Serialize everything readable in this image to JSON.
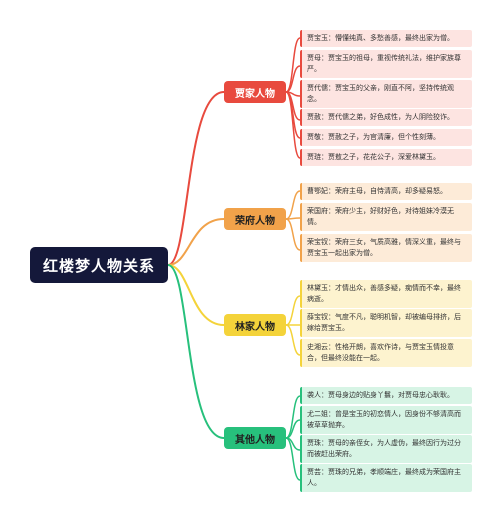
{
  "root": {
    "title": "红楼梦人物关系"
  },
  "branches": [
    {
      "label": "贾家人物",
      "color": "#e84a3e",
      "items": [
        "贾宝玉：懵懂纯真、多愁善感，最终出家为僧。",
        "贾母：贾宝玉的祖母，重视传统礼法，维护家族尊严。",
        "贾代儒：贾宝玉的父亲，刚直不阿，坚持传统观念。",
        "贾赦：贾代儒之弟，好色成性，为人阴险狡诈。",
        "贾敬：贾赦之子，为官清廉，但个性刻薄。",
        "贾琏：贾敖之子，花花公子，深爱林黛玉。"
      ]
    },
    {
      "label": "荣府人物",
      "color": "#f1a24a",
      "items": [
        "曹鄂妃：荣府主母，自恃清高，却多疑易怒。",
        "荣国府：荣府少主，好财好色，对待姐妹冷漠无情。",
        "荣宝钗：荣府三女，气质高雅，情深义重，最终与贾宝玉一起出家为僧。"
      ]
    },
    {
      "label": "林家人物",
      "color": "#f4d33a",
      "items": [
        "林黛玉：才情出众，善感多疑，痴情而不幸，最终病逝。",
        "薛宝钗：气度不凡，聪明机智，却被编母排挤，后嫁给贾宝玉。",
        "史湘云：性格开朗，喜欢作诗，与贾宝玉情投意合，但最终没能在一起。"
      ]
    },
    {
      "label": "其他人物",
      "color": "#27c07c",
      "items": [
        "袭人：贾母身边的贴身丫鬟，对贾母忠心耿耿。",
        "尤二姐：曾是宝玉的初恋情人，因身份不够清高而被草草抛弃。",
        "贾珠：贾母的亲侄女，为人虚伪，最终因行为过分而被赶出荣府。",
        "贾芸：贾珠的兄弟，孝顺端庄，最终成为荣国府主人。"
      ]
    }
  ]
}
